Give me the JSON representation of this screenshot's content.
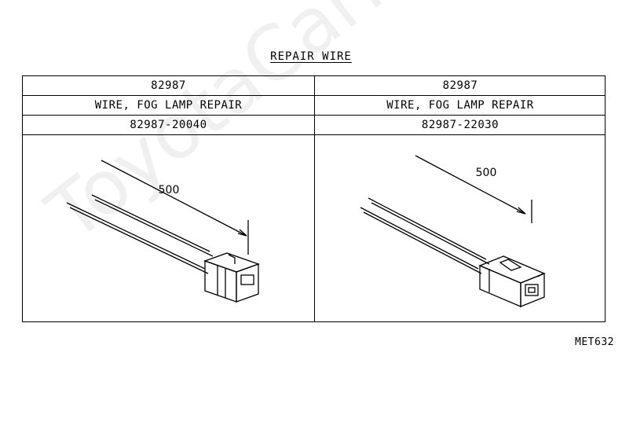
{
  "title": "REPAIR WIRE",
  "watermark": "ToyotaCarMi.ru",
  "reference_code": "MET632",
  "parts": [
    {
      "part_number": "82987",
      "description": "WIRE, FOG LAMP REPAIR",
      "full_part_number": "82987-20040",
      "dimension": "500"
    },
    {
      "part_number": "82987",
      "description": "WIRE, FOG LAMP REPAIR",
      "full_part_number": "82987-22030",
      "dimension": "500"
    }
  ]
}
